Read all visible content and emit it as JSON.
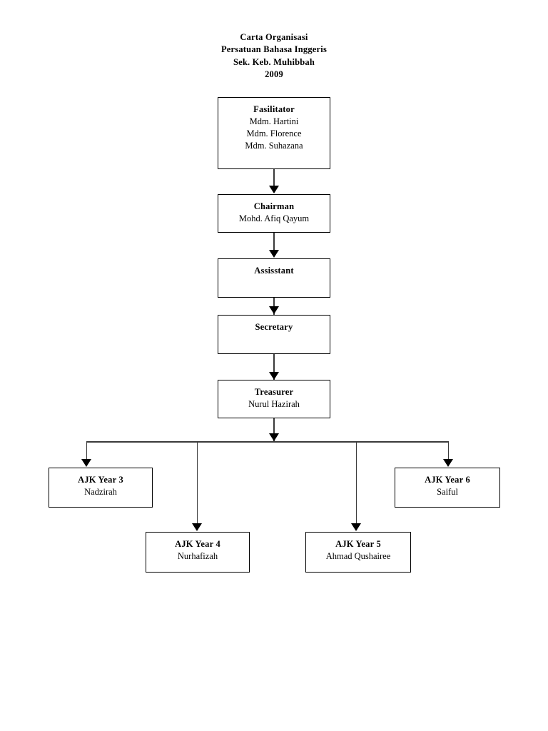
{
  "title": {
    "line1": "Carta Organisasi",
    "line2": "Persatuan Bahasa Inggeris",
    "line3": "Sek. Keb. Muhibbah",
    "line4": "2009"
  },
  "chart_data": {
    "type": "diagram",
    "diagram_type": "organization-chart",
    "title": "Carta Organisasi Persatuan Bahasa Inggeris Sek. Keb. Muhibbah 2009",
    "nodes": [
      {
        "id": "fasilitator",
        "role": "Fasilitator",
        "people": [
          "Mdm. Hartini",
          "Mdm. Florence",
          "Mdm. Suhazana"
        ],
        "level": 0
      },
      {
        "id": "chairman",
        "role": "Chairman",
        "people": [
          "Mohd. Afiq Qayum"
        ],
        "level": 1
      },
      {
        "id": "assisstant",
        "role": "Assisstant",
        "people": [],
        "level": 2
      },
      {
        "id": "secretary",
        "role": "Secretary",
        "people": [],
        "level": 3
      },
      {
        "id": "treasurer",
        "role": "Treasurer",
        "people": [
          "Nurul Hazirah"
        ],
        "level": 4
      },
      {
        "id": "ajk-year-3",
        "role": "AJK Year 3",
        "people": [
          "Nadzirah"
        ],
        "level": 5
      },
      {
        "id": "ajk-year-4",
        "role": "AJK Year 4",
        "people": [
          "Nurhafizah"
        ],
        "level": 5
      },
      {
        "id": "ajk-year-5",
        "role": "AJK Year 5",
        "people": [
          "Ahmad Qushairee"
        ],
        "level": 5
      },
      {
        "id": "ajk-year-6",
        "role": "AJK Year 6",
        "people": [
          "Saiful"
        ],
        "level": 5
      }
    ],
    "edges": [
      {
        "from": "fasilitator",
        "to": "chairman",
        "style": "arrow"
      },
      {
        "from": "chairman",
        "to": "assisstant",
        "style": "arrow"
      },
      {
        "from": "assisstant",
        "to": "secretary",
        "style": "arrow"
      },
      {
        "from": "secretary",
        "to": "treasurer",
        "style": "arrow"
      },
      {
        "from": "treasurer",
        "to": "ajk-year-3",
        "style": "arrow-bus"
      },
      {
        "from": "treasurer",
        "to": "ajk-year-4",
        "style": "arrow-bus"
      },
      {
        "from": "treasurer",
        "to": "ajk-year-5",
        "style": "arrow-bus"
      },
      {
        "from": "treasurer",
        "to": "ajk-year-6",
        "style": "arrow-bus"
      }
    ],
    "colors": {
      "box_border": "#000000",
      "connector": "#3a3a3a",
      "text": "#000000",
      "background": "#ffffff"
    }
  },
  "nodes": {
    "fasilitator": {
      "role": "Fasilitator",
      "person1": "Mdm. Hartini",
      "person2": "Mdm. Florence",
      "person3": "Mdm. Suhazana"
    },
    "chairman": {
      "role": "Chairman",
      "person1": "Mohd. Afiq Qayum"
    },
    "assisstant": {
      "role": "Assisstant"
    },
    "secretary": {
      "role": "Secretary"
    },
    "treasurer": {
      "role": "Treasurer",
      "person1": "Nurul Hazirah"
    },
    "ajk_year_3": {
      "role": "AJK Year 3",
      "person1": "Nadzirah"
    },
    "ajk_year_4": {
      "role": "AJK Year 4",
      "person1": "Nurhafizah"
    },
    "ajk_year_5": {
      "role": "AJK Year 5",
      "person1": "Ahmad Qushairee"
    },
    "ajk_year_6": {
      "role": "AJK Year 6",
      "person1": "Saiful"
    }
  }
}
